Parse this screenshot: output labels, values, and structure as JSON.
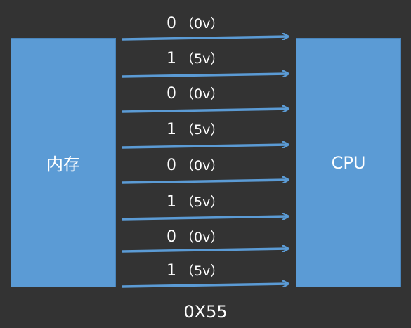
{
  "left_box": {
    "label": "内存"
  },
  "right_box": {
    "label": "CPU"
  },
  "bits": [
    {
      "bit": "0",
      "volt": "（0v）"
    },
    {
      "bit": "1",
      "volt": "（5v）"
    },
    {
      "bit": "0",
      "volt": "（0v）"
    },
    {
      "bit": "1",
      "volt": "（5v）"
    },
    {
      "bit": "0",
      "volt": "（0v）"
    },
    {
      "bit": "1",
      "volt": "（5v）"
    },
    {
      "bit": "0",
      "volt": "（0v）"
    },
    {
      "bit": "1",
      "volt": "（5v）"
    }
  ],
  "result": "0X55",
  "colors": {
    "box": "#5b9bd5",
    "arrow": "#5b9bd5",
    "background": "#333333",
    "text": "#ffffff"
  }
}
